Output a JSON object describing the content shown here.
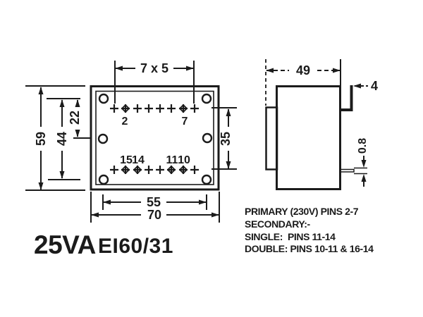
{
  "title": {
    "power": "25VA",
    "model": "EI60/31"
  },
  "top_view": {
    "dims": {
      "pin_pitch": "7 x 5",
      "overall_height": "59",
      "hole_spacing_vertical": "44",
      "hole_offset": "22",
      "pin_row_spacing": "35",
      "hole_spacing_horizontal": "55",
      "overall_width": "70"
    },
    "pin_labels_top": [
      "2",
      "7"
    ],
    "pin_labels_bottom": [
      "15",
      "14",
      "11",
      "10"
    ]
  },
  "side_view": {
    "dims": {
      "depth": "49",
      "pin_bend": "4",
      "pin_thickness": "0.8"
    }
  },
  "notes": {
    "lines": [
      "PRIMARY (230V) PINS 2-7",
      "SECONDARY:-",
      "SINGLE:  PINS 11-14",
      "DOUBLE: PINS 10-11 & 16-14"
    ]
  },
  "colors": {
    "ink": "#1b1b1b",
    "paper": "#ffffff"
  }
}
